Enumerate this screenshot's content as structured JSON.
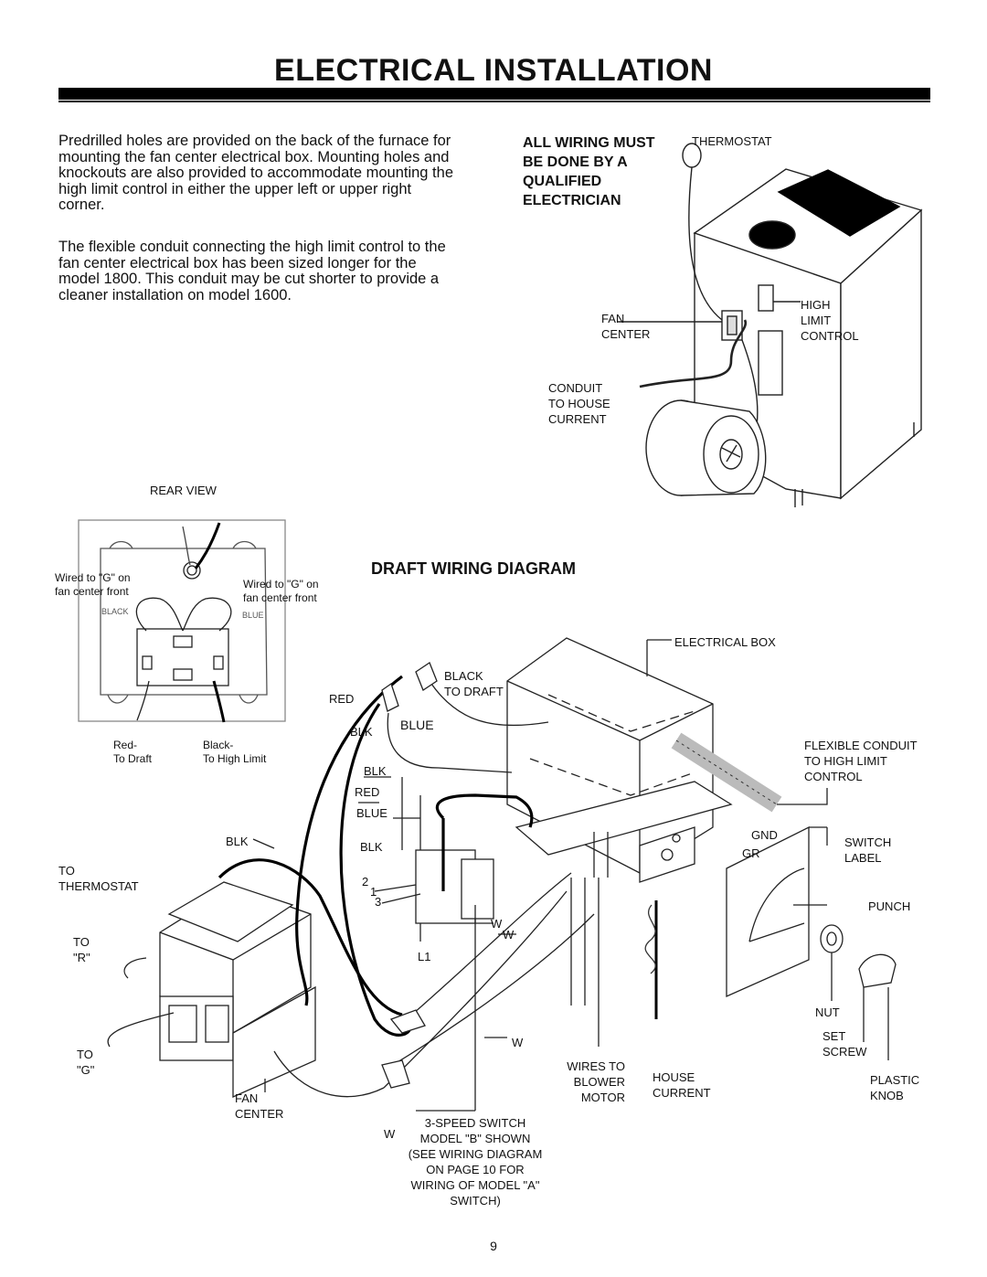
{
  "title": "ELECTRICAL INSTALLATION",
  "intro": {
    "p1": "Predrilled holes are provided on the back of the furnace for mounting the fan center electrical box. Mounting holes and knockouts are also provided to accommodate mounting the high limit control in either the upper left or upper right corner.",
    "p2": "The flexible conduit connecting the high limit control to the fan center electrical box has been sized longer for the model 1800. This conduit may be cut shorter to provide a cleaner installation on model 1600."
  },
  "warning": [
    "ALL WIRING MUST",
    "BE DONE BY A",
    "QUALIFIED",
    "ELECTRICIAN"
  ],
  "furnace_labels": {
    "thermostat": "THERMOSTAT",
    "fan_center": [
      "FAN",
      "CENTER"
    ],
    "high_limit": [
      "HIGH",
      "LIMIT",
      "CONTROL"
    ],
    "conduit": [
      "CONDUIT",
      "TO HOUSE",
      "CURRENT"
    ]
  },
  "rear_view": {
    "title": "REAR VIEW",
    "left_note": [
      "Wired to \"G\" on",
      "fan center front"
    ],
    "right_note": [
      "Wired to \"G\" on",
      "fan center front"
    ],
    "black_tag": "BLACK",
    "blue_tag": "BLUE",
    "red_label": [
      "Red-",
      "To Draft"
    ],
    "black_label": [
      "Black-",
      "To High Limit"
    ]
  },
  "draft": {
    "heading": "DRAFT WIRING DIAGRAM",
    "labels": {
      "electrical_box": "ELECTRICAL BOX",
      "black_to_draft": [
        "BLACK",
        "TO DRAFT"
      ],
      "red_top": "RED",
      "blk_top": "BLK",
      "blue_top": "BLUE",
      "flex_conduit": [
        "FLEXIBLE CONDUIT",
        "TO HIGH LIMIT",
        "CONTROL"
      ],
      "blk_mid": "BLK",
      "red_mid": "RED",
      "blue_mid": "BLUE",
      "blk_left": "BLK",
      "blk_switch": "BLK",
      "gnd": "GND",
      "gr": "GR",
      "switch_label": [
        "SWITCH",
        "LABEL"
      ],
      "to_thermostat": [
        "TO",
        "THERMOSTAT"
      ],
      "two": "2",
      "one": "1",
      "three": "3",
      "punch": "PUNCH",
      "w1": "W",
      "w2": "W",
      "to_r": [
        "TO",
        "\"R\""
      ],
      "l1": "L1",
      "nut": "NUT",
      "w3": "W",
      "set_screw": [
        "SET",
        "SCREW"
      ],
      "to_g": [
        "TO",
        "\"G\""
      ],
      "wires_to_blower": [
        "WIRES TO",
        "BLOWER",
        "MOTOR"
      ],
      "house_current": [
        "HOUSE",
        "CURRENT"
      ],
      "plastic_knob": [
        "PLASTIC",
        "KNOB"
      ],
      "fan_center": [
        "FAN",
        "CENTER"
      ],
      "w4": "W",
      "speed_switch": [
        "3-SPEED SWITCH",
        "MODEL \"B\" SHOWN",
        "(SEE WIRING DIAGRAM",
        "ON PAGE 10 FOR",
        "WIRING OF MODEL \"A\"",
        "SWITCH)"
      ]
    }
  },
  "page_number": "9"
}
